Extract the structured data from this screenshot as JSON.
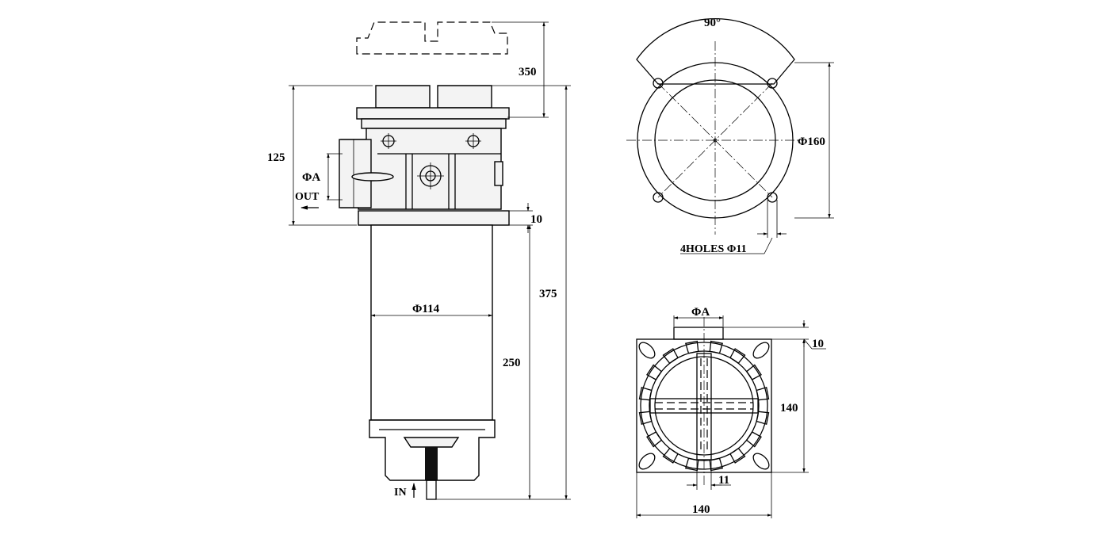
{
  "dimensions": {
    "side_clearance": "350",
    "side_head_height": "125",
    "port_diameter": "ΦA",
    "port_out": "OUT",
    "flange_thickness": "10",
    "overall_length": "375",
    "bowl_diameter": "Φ114",
    "bowl_length": "250",
    "inlet": "IN",
    "top_angle": "90°",
    "top_bolt_circle": "Φ160",
    "top_holes": "4HOLES  Φ11",
    "bottom_port_diameter": "ΦA",
    "bottom_offset": "10",
    "bottom_height": "140",
    "bottom_slot": "11",
    "bottom_width": "140"
  }
}
